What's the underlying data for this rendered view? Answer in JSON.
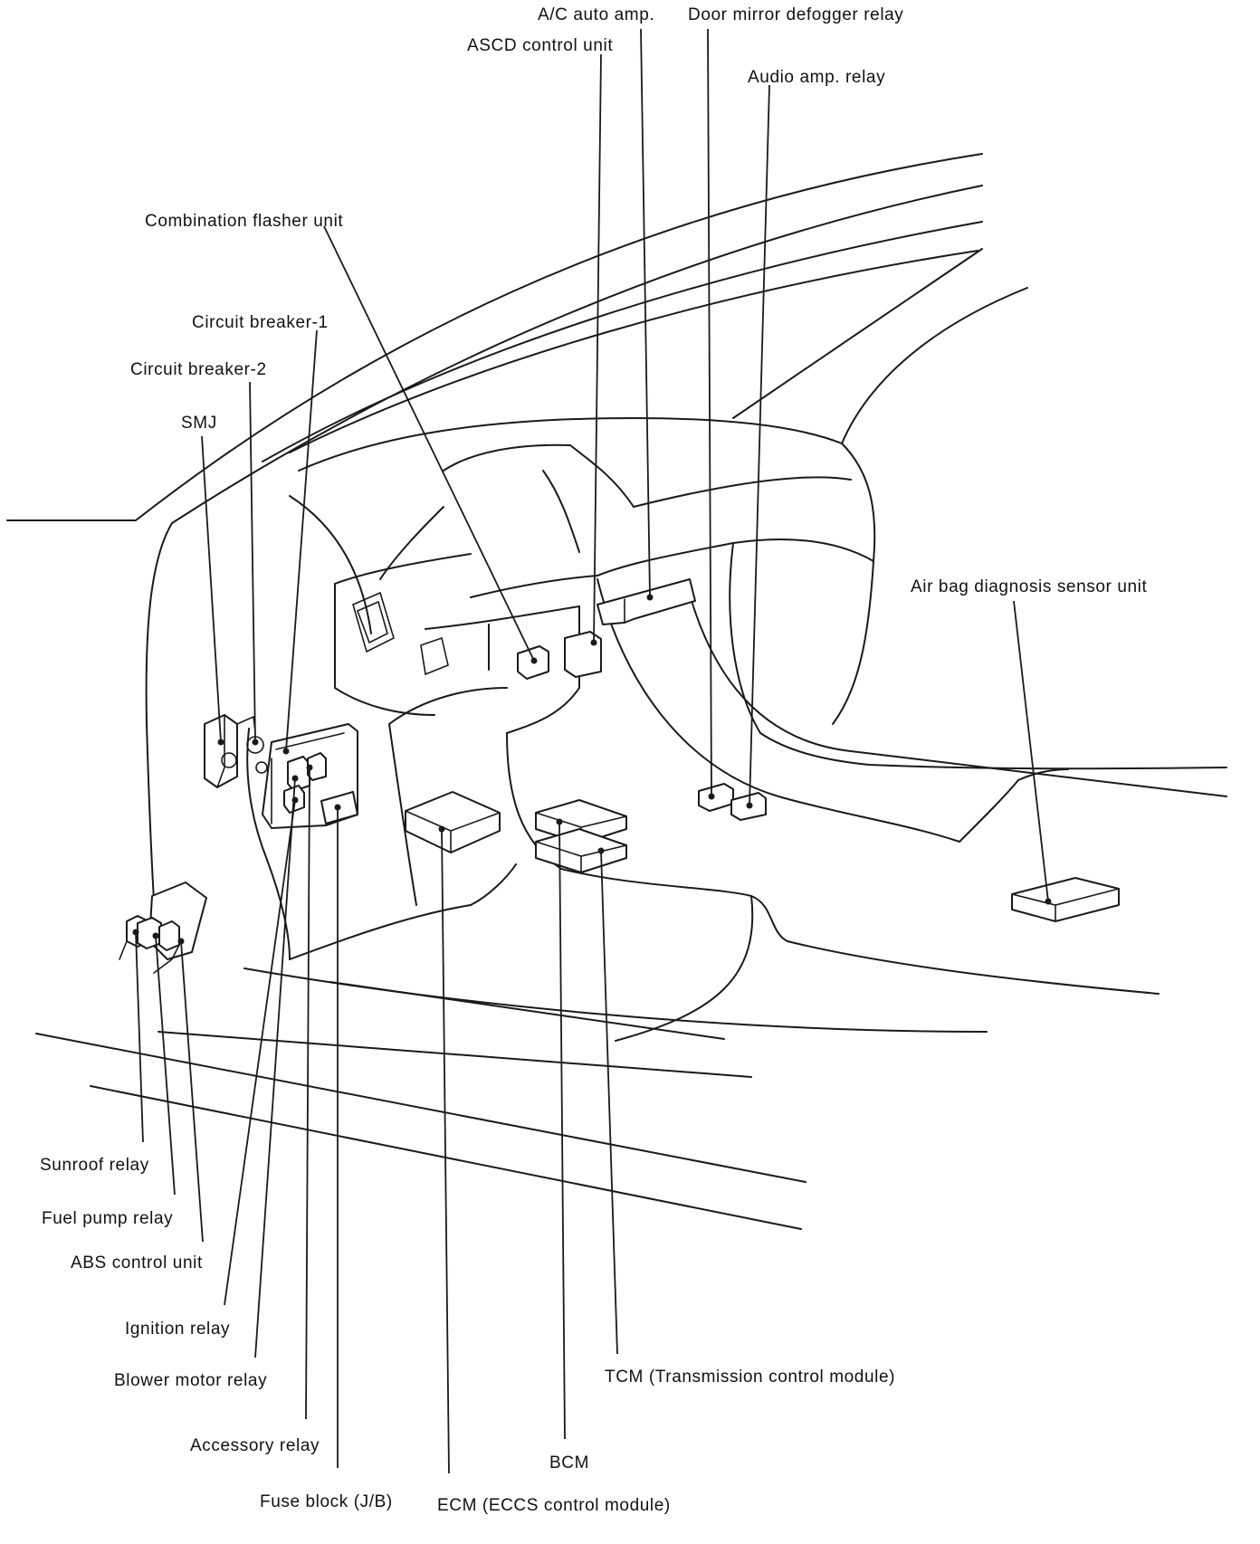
{
  "labels": {
    "ac_auto_amp": "A/C auto amp.",
    "door_mirror_defogger_relay": "Door mirror defogger relay",
    "ascd_control_unit": "ASCD control unit",
    "audio_amp_relay": "Audio amp. relay",
    "combination_flasher_unit": "Combination flasher unit",
    "circuit_breaker_1": "Circuit breaker-1",
    "circuit_breaker_2": "Circuit breaker-2",
    "smj": "SMJ",
    "air_bag_diagnosis_sensor_unit": "Air bag diagnosis sensor unit",
    "sunroof_relay": "Sunroof relay",
    "fuel_pump_relay": "Fuel pump relay",
    "abs_control_unit": "ABS control unit",
    "ignition_relay": "Ignition relay",
    "blower_motor_relay": "Blower motor relay",
    "accessory_relay": "Accessory relay",
    "fuse_block": "Fuse block (J/B)",
    "ecm": "ECM (ECCS control module)",
    "bcm": "BCM",
    "tcm": "TCM (Transmission control module)"
  }
}
